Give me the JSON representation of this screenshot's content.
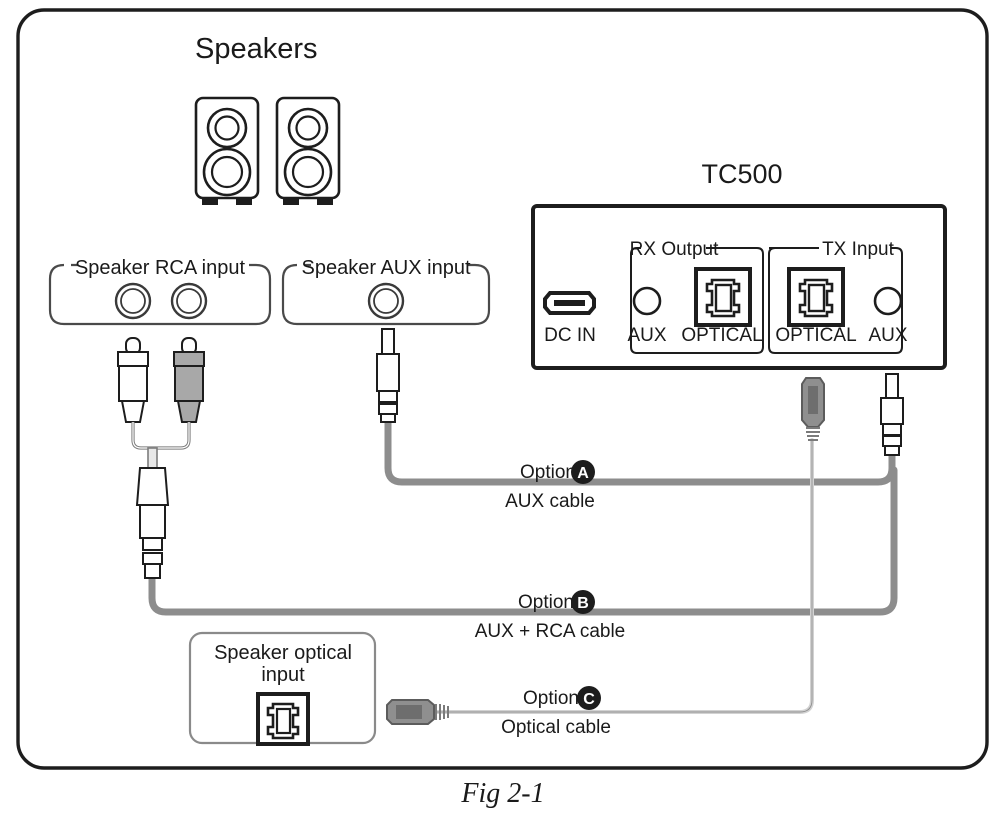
{
  "figure": {
    "caption": "Fig 2-1",
    "border_color": "#1d1d1d",
    "background": "#ffffff"
  },
  "speakers": {
    "title": "Speakers",
    "count": 2,
    "icon": "speaker-icon"
  },
  "device": {
    "title": "TC500",
    "panel_border_color": "#1d1d1d",
    "power_port": {
      "label": "DC IN",
      "icon": "micro-usb-icon"
    },
    "groups": [
      {
        "name": "rx-output",
        "label": "RX Output",
        "jacks": [
          {
            "label": "AUX",
            "icon": "aux-jack-icon"
          },
          {
            "label": "OPTICAL",
            "icon": "optical-toslink-icon"
          }
        ]
      },
      {
        "name": "tx-input",
        "label": "TX Input",
        "jacks": [
          {
            "label": "OPTICAL",
            "icon": "optical-toslink-icon"
          },
          {
            "label": "AUX",
            "icon": "aux-jack-icon"
          }
        ]
      }
    ]
  },
  "speaker_inputs": [
    {
      "name": "speaker-rca-input",
      "label": "Speaker RCA input",
      "jack_count": 2,
      "icon": "rca-jack-icon"
    },
    {
      "name": "speaker-aux-input",
      "label": "Speaker AUX input",
      "jack_count": 1,
      "icon": "aux-jack-icon"
    },
    {
      "name": "speaker-optical-input",
      "label": "Speaker optical\ninput",
      "label_line1": "Speaker optical",
      "label_line2": "input",
      "jack_count": 1,
      "icon": "optical-toslink-icon"
    }
  ],
  "options": [
    {
      "id": "A",
      "prefix": "Option",
      "badge": "A",
      "cable_label": "AUX cable",
      "cable_color": "#8d8d8d",
      "from": "Speaker AUX input",
      "to": "TC500 TX Input AUX"
    },
    {
      "id": "B",
      "prefix": "Option",
      "badge": "B",
      "cable_label": "AUX + RCA cable",
      "cable_color": "#8d8d8d",
      "from": "Speaker RCA input",
      "to": "TC500 TX Input AUX"
    },
    {
      "id": "C",
      "prefix": "Option",
      "badge": "C",
      "cable_label": "Optical cable",
      "cable_color": "#d8d8d8",
      "from": "Speaker optical input",
      "to": "TC500 TX Input OPTICAL"
    }
  ],
  "connectors": {
    "rca_left_color": "#ffffff",
    "rca_right_color": "#a8a8a8",
    "aux_plug_color": "#ffffff",
    "optical_plug_color": "#8f8f8f"
  }
}
